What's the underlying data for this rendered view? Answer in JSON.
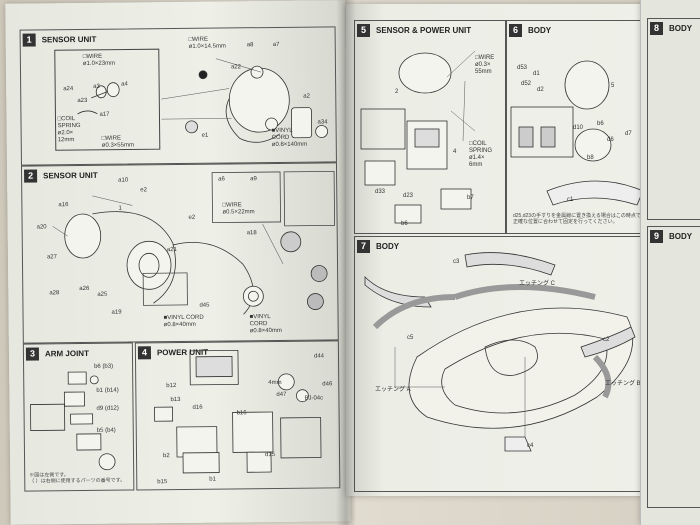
{
  "left_page": {
    "panels": [
      {
        "num": "1",
        "title": "SENSOR UNIT"
      },
      {
        "num": "2",
        "title": "SENSOR UNIT"
      },
      {
        "num": "3",
        "title": "ARM JOINT"
      },
      {
        "num": "4",
        "title": "POWER UNIT"
      }
    ],
    "p1_labels": {
      "wire1": "□WIRE\nø1.0×23mm",
      "wire2": "□WIRE\nø1.0×14.5mm",
      "coil": "□COIL\nSPRING\nø2.0×\n12mm",
      "wire3": "□WIRE\nø0.3×55mm",
      "vinyl": "■VINYL\nCORD\nø0.8×140mm",
      "parts": [
        "a24",
        "a3",
        "a4",
        "a23",
        "a17",
        "a22",
        "a2",
        "a8",
        "a7",
        "e1",
        "a34"
      ]
    },
    "p2_labels": {
      "wire": "□WIRE\nø0.5×22mm",
      "vinyl1": "■VINYL CORD\nø0.8×40mm",
      "vinyl2": "■VINYL\nCORD\nø0.8×40mm",
      "parts": [
        "a10",
        "e2",
        "a16",
        "1",
        "e2",
        "a20",
        "a27",
        "a21",
        "a19",
        "a28",
        "a26",
        "a25",
        "a6",
        "a9",
        "d45",
        "a18"
      ]
    },
    "p3_labels": {
      "parts": [
        "b6 (b3)",
        "b1 (b14)",
        "d9 (d12)",
        "b5 (b4)"
      ]
    },
    "p4_labels": {
      "parts": [
        "b12",
        "b13",
        "d16",
        "b2",
        "b15",
        "b1",
        "b16",
        "d15",
        "d44",
        "d46",
        "d47",
        "BJ-04c"
      ],
      "cut": "4mm"
    },
    "footnote": "※図は左側です。\n（ ）は右側に使用するパーツの番号です。"
  },
  "right_page": {
    "panels": [
      {
        "num": "5",
        "title": "SENSOR & POWER UNIT"
      },
      {
        "num": "6",
        "title": "BODY"
      },
      {
        "num": "7",
        "title": "BODY"
      }
    ],
    "p5_labels": {
      "wire": "□WIRE\nø0.3×\n55mm",
      "coil": "□COIL\nSPRING\nø1.4×\n6mm",
      "parts": [
        "2",
        "4",
        "d33",
        "d23",
        "b6",
        "b7"
      ]
    },
    "p6_labels": {
      "parts": [
        "d53",
        "d1",
        "d2",
        "d52",
        "5",
        "d10",
        "b6",
        "d7",
        "d6",
        "b8",
        "c1"
      ]
    },
    "p7_labels": {
      "parts": [
        "c3",
        "c5",
        "c4",
        "c2"
      ],
      "etch_a": "エッチング A",
      "etch_b": "エッチング B",
      "etch_c": "エッチング C"
    },
    "note": "d25,d23の手すりを金属線に置き換える場合はこの時点で正確な位置に合わせて固定を行ってください。"
  },
  "far_page": {
    "panels": [
      {
        "num": "8",
        "title": "BODY"
      },
      {
        "num": "9",
        "title": "BODY"
      }
    ]
  }
}
